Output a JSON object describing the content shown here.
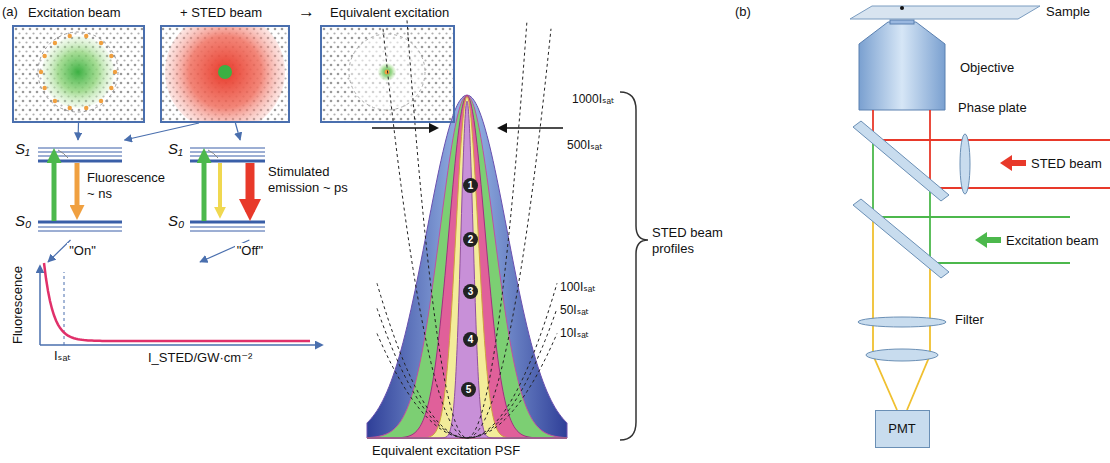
{
  "diagram": {
    "nodes": [
      {
        "text": [
          "Excitation beam"
        ]
      },
      {
        "text": [
          "+ STED beam"
        ]
      },
      {
        "text": [
          "Equivalent excitation"
        ]
      },
      {
        "text": [
          "S₁",
          "S₀",
          "Fluorescence ~ ns"
        ]
      },
      {
        "text": [
          "S₁",
          "S₀",
          "Stimulated emission ~ ps"
        ]
      },
      {
        "text": [
          "Fluorescence",
          "Iₛₐₜ",
          "I_STED/GW·cm⁻²"
        ]
      },
      {
        "text": [
          "PMT"
        ]
      }
    ],
    "edges": [
      {
        "from": 0,
        "to": 3,
        "arrow": "to"
      },
      {
        "from": 1,
        "to": 3,
        "arrow": "to"
      },
      {
        "from": 1,
        "to": 4,
        "arrow": "to"
      },
      {
        "from": 3,
        "to": 5,
        "label": "\"On\"",
        "arrow": "to"
      },
      {
        "from": 4,
        "to": 5,
        "label": "\"Off\"",
        "arrow": "to"
      }
    ],
    "labels": [
      "(a)",
      "→",
      "(b)",
      "1000Iₛₐₜ",
      "500Iₛₐₜ",
      "100Iₛₐₜ",
      "50Iₛₐₜ",
      "10Iₛₐₜ",
      "STED beam profiles",
      "Equivalent excitation PSF",
      "1",
      "2",
      "3",
      "4",
      "5",
      "Sample",
      "Objective",
      "Phase plate",
      "STED beam",
      "Excitation beam",
      "Filter"
    ]
  }
}
